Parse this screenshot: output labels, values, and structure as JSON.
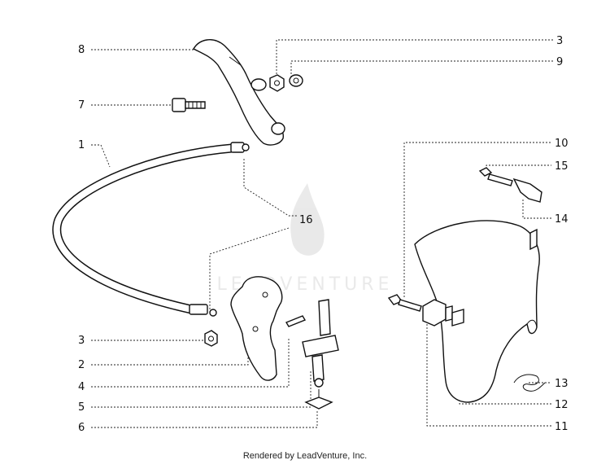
{
  "diagram": {
    "callouts": [
      "1",
      "2",
      "3",
      "3",
      "4",
      "5",
      "6",
      "7",
      "8",
      "9",
      "10",
      "11",
      "12",
      "13",
      "14",
      "15",
      "16"
    ],
    "watermark": "LEADVENTURE"
  },
  "footer": {
    "text": "Rendered by LeadVenture, Inc."
  }
}
